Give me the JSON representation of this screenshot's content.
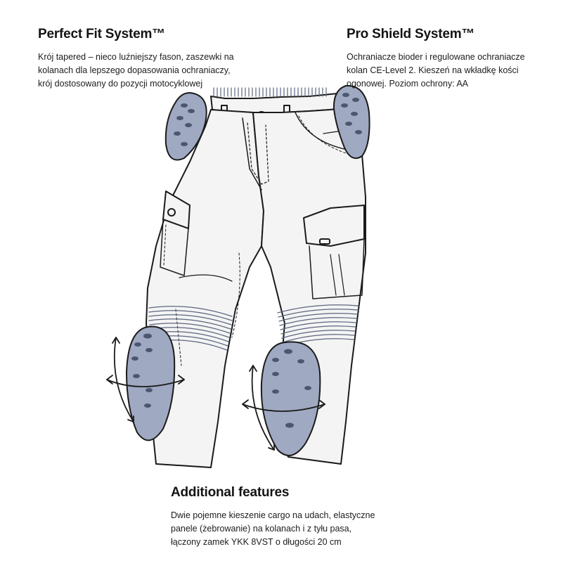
{
  "fit_system": {
    "title": "Perfect Fit System™",
    "lines": [
      "Krój tapered – nieco luźniejszy fason, zaszewki na",
      "kolanach dla lepszego dopasowania ochraniaczy,",
      "krój dostosowany do pozycji motocyklowej"
    ]
  },
  "shield_system": {
    "title": "Pro Shield System™",
    "lines": [
      "Ochraniacze bioder i regulowane ochraniacze",
      "kolan CE-Level 2. Kieszeń na wkładkę kości",
      "ogonowej. Poziom ochrony: AA"
    ]
  },
  "additional_features": {
    "title": "Additional features",
    "lines": [
      "Dwie pojemne kieszenie cargo na udach, elastyczne",
      "panele (żebrowanie) na kolanach i z tyłu pasa,",
      "łączony zamek YKK 8VST o długości 20 cm"
    ]
  },
  "colors": {
    "protector": "#9fa9c2",
    "outline": "#1b1b1b",
    "fabric": "#f4f4f4"
  }
}
